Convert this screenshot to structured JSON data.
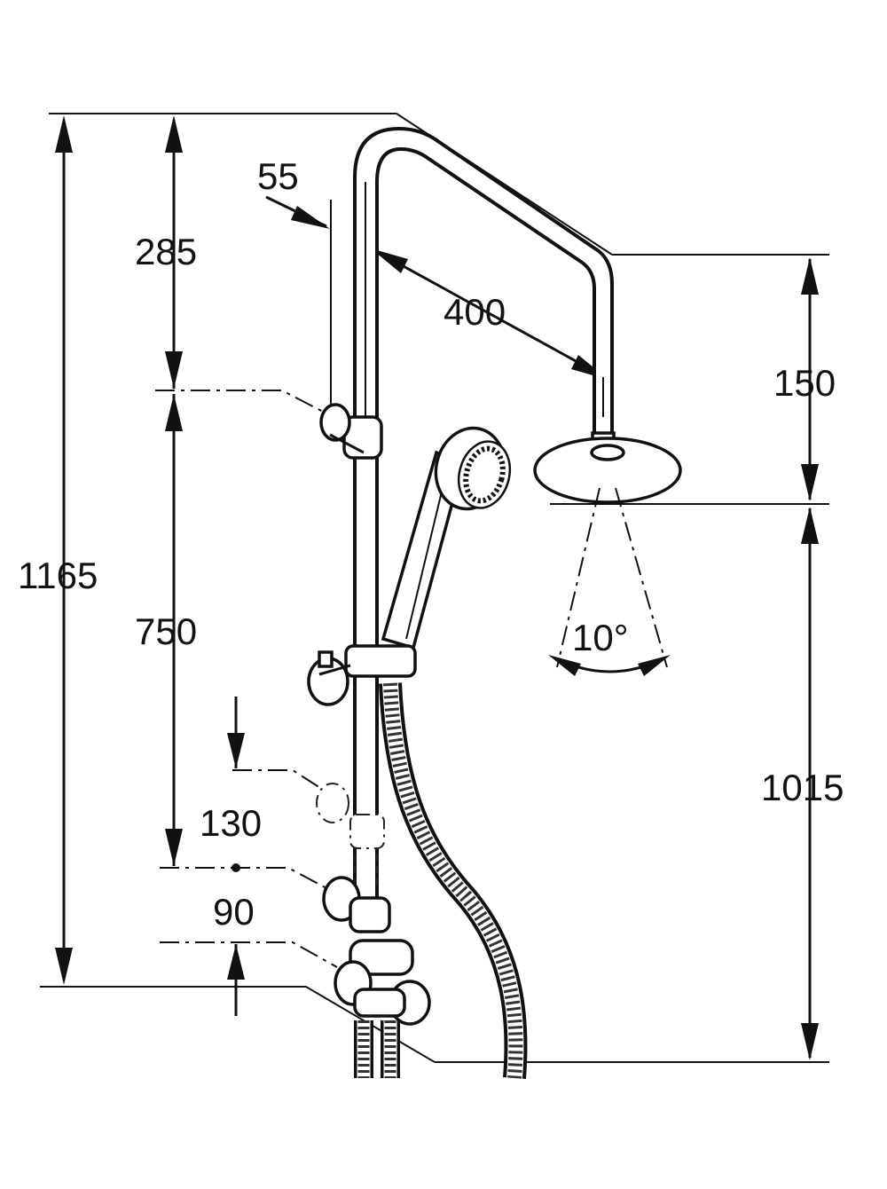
{
  "dimensions": {
    "total_height": "1165",
    "top_to_bracket": "285",
    "bar_length": "750",
    "slider_range": "130",
    "bottom_offset": "90",
    "rail_diameter": "55",
    "arm_length": "400",
    "head_drop": "150",
    "head_to_bottom": "1015",
    "spray_angle": "10°"
  }
}
